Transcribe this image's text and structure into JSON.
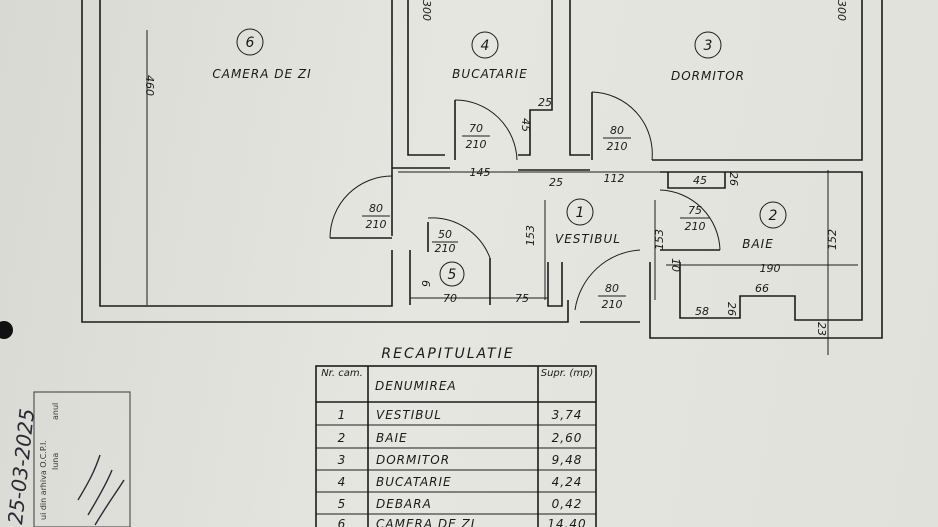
{
  "rooms": [
    {
      "nr": "6",
      "name": "CAMERA DE ZI"
    },
    {
      "nr": "4",
      "name": "BUCATARIE"
    },
    {
      "nr": "3",
      "name": "DORMITOR"
    },
    {
      "nr": "1",
      "name": "VESTIBUL"
    },
    {
      "nr": "2",
      "name": "BAIE"
    },
    {
      "nr": "5",
      "name": ""
    }
  ],
  "doors": {
    "d_bucatarie": {
      "top": "70",
      "bottom": "210"
    },
    "d_dormitor": {
      "top": "80",
      "bottom": "210"
    },
    "d_camera": {
      "top": "80",
      "bottom": "210"
    },
    "d_debara": {
      "top": "50",
      "bottom": "210"
    },
    "d_baie": {
      "top": "75",
      "bottom": "210"
    },
    "d_entry": {
      "top": "80",
      "bottom": "210"
    }
  },
  "dims": {
    "d460": "460",
    "d300a": "300",
    "d300b": "300",
    "d25a": "25",
    "d45a": "45",
    "d145": "145",
    "d25b": "25",
    "d112": "112",
    "d45b": "45",
    "d26a": "26",
    "d153a": "153",
    "d153b": "153",
    "d152": "152",
    "d190": "190",
    "d6": "6",
    "d70": "70",
    "d75": "75",
    "d58": "58",
    "d26b": "26",
    "d66": "66",
    "d23": "23",
    "d10": "10"
  },
  "recap": {
    "title": "RECAPITULATIE",
    "headers": {
      "nr": "Nr. cam.",
      "name": "DENUMIREA",
      "area": "Supr. (mp)"
    },
    "rows": [
      {
        "nr": "1",
        "name": "VESTIBUL",
        "area": "3,74"
      },
      {
        "nr": "2",
        "name": "BAIE",
        "area": "2,60"
      },
      {
        "nr": "3",
        "name": "DORMITOR",
        "area": "9,48"
      },
      {
        "nr": "4",
        "name": "BUCATARIE",
        "area": "4,24"
      },
      {
        "nr": "5",
        "name": "DEBARA",
        "area": "0,42"
      },
      {
        "nr": "6",
        "name": "CAMERA DE ZI",
        "area": "14,40"
      }
    ]
  },
  "stamp": {
    "line1": "luna",
    "line2": "anul",
    "line3": "ui din arhiva O.C.P.I.",
    "handwritten": "25-03-2025"
  }
}
